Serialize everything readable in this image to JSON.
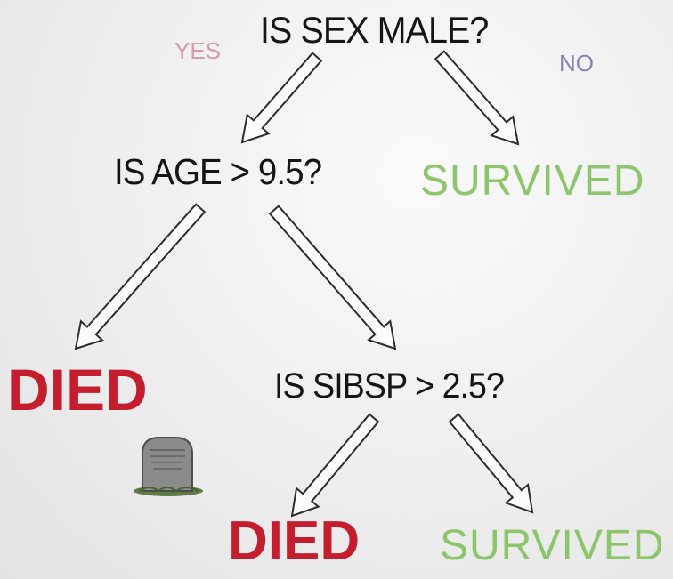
{
  "nodes": {
    "root_question": "IS SEX MALE?",
    "age_question": "IS AGE > 9.5?",
    "sibsp_question": "IS SIBSP > 2.5?"
  },
  "branch_labels": {
    "yes": "YES",
    "no": "NO"
  },
  "outcomes": {
    "died_left": "DIED",
    "survived_top_right": "SURVIVED",
    "died_bottom": "DIED",
    "survived_bottom_right": "SURVIVED"
  },
  "colors": {
    "question_text": "#151515",
    "yes_label": "#d79aa6",
    "no_label": "#8b82bb",
    "died": "#c41e2e",
    "survived": "#8dc56c",
    "arrow_outline": "#2c2c2c",
    "arrow_fill": "#fbfbfb"
  },
  "icons": {
    "grave": "tombstone-icon"
  }
}
